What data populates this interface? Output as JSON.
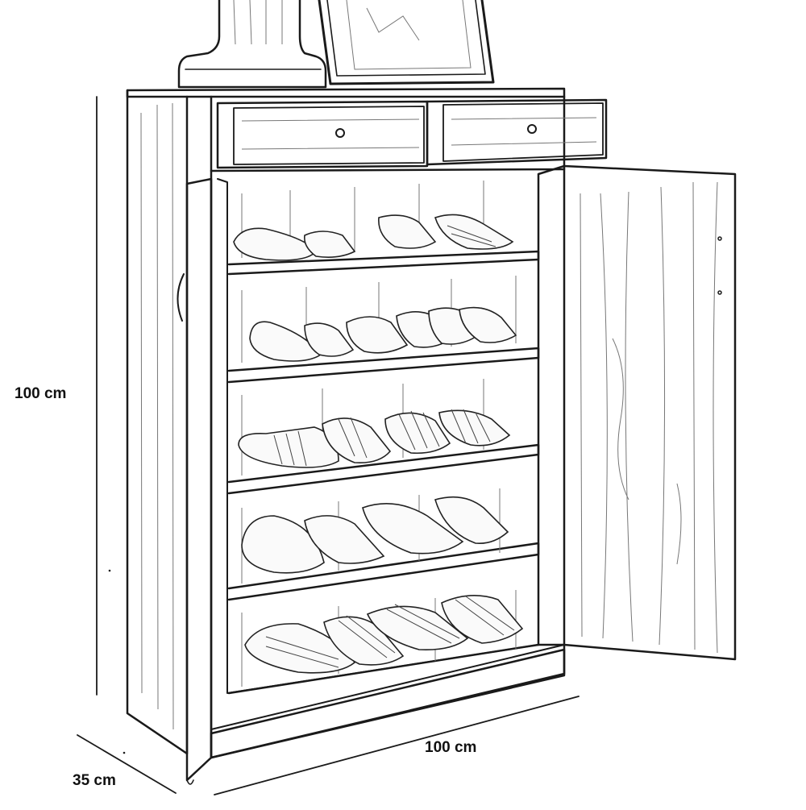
{
  "dimensions": {
    "height": "100 cm",
    "width": "100 cm",
    "depth": "35 cm"
  },
  "cabinet": {
    "drawers": 2,
    "open_shelves": 5,
    "doors": 2
  },
  "colors": {
    "line": "#1a1a1a",
    "background": "#ffffff",
    "grain": "#777777"
  }
}
